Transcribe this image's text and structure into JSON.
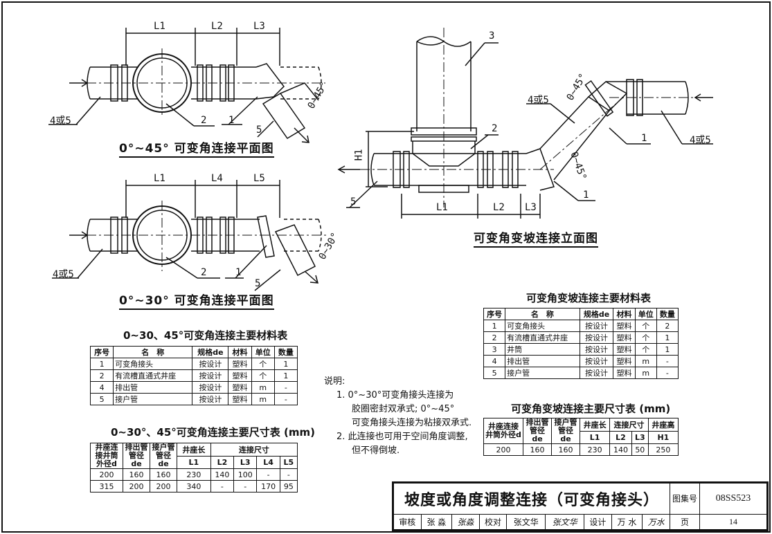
{
  "drawing": {
    "plan45_title": "0°~45° 可变角连接平面图",
    "plan30_title": "0°~30° 可变角连接平面图",
    "elev_title": "可变角变坡连接立面图",
    "labels": {
      "L1": "L1",
      "L2": "L2",
      "L3": "L3",
      "L4": "L4",
      "L5": "L5",
      "H1": "H1",
      "n1": "1",
      "n2": "2",
      "n3": "3",
      "n5": "5",
      "n45": "4或5",
      "ang45": "0~45°",
      "ang30": "0~30°"
    }
  },
  "table_small_mat": {
    "caption": "0~30、45°可变角连接主要材料表",
    "headers": [
      "序号",
      "名　称",
      "规格de",
      "材料",
      "单位",
      "数量"
    ],
    "rows": [
      [
        "1",
        "可变角接头",
        "按设计",
        "塑料",
        "个",
        "1"
      ],
      [
        "2",
        "有流槽直通式井座",
        "按设计",
        "塑料",
        "个",
        "1"
      ],
      [
        "4",
        "排出管",
        "按设计",
        "塑料",
        "m",
        "-"
      ],
      [
        "5",
        "接户管",
        "按设计",
        "塑料",
        "m",
        "-"
      ]
    ]
  },
  "table_small_dim": {
    "caption": "0~30°、45°可变角连接主要尺寸表 (mm)",
    "h_col1": "井座连接井筒外径d",
    "h_col2": "排出管管径de",
    "h_col3": "接户管管径de",
    "h_col4": "井座长",
    "h_group": "连接尺寸",
    "sub": [
      "L1",
      "L2",
      "L3",
      "L4",
      "L5"
    ],
    "rows": [
      [
        "200",
        "160",
        "160",
        "230",
        "140",
        "100",
        "-",
        "-"
      ],
      [
        "315",
        "200",
        "200",
        "340",
        "-",
        "-",
        "170",
        "95"
      ]
    ]
  },
  "table_elev_mat": {
    "caption": "可变角变坡连接主要材料表",
    "headers": [
      "序号",
      "名　称",
      "规格de",
      "材料",
      "单位",
      "数量"
    ],
    "rows": [
      [
        "1",
        "可变角接头",
        "按设计",
        "塑料",
        "个",
        "2"
      ],
      [
        "2",
        "有流槽直通式井座",
        "按设计",
        "塑料",
        "个",
        "1"
      ],
      [
        "3",
        "井筒",
        "按设计",
        "塑料",
        "个",
        "1"
      ],
      [
        "4",
        "排出管",
        "按设计",
        "塑料",
        "m",
        "-"
      ],
      [
        "5",
        "接户管",
        "按设计",
        "塑料",
        "m",
        "-"
      ]
    ]
  },
  "table_elev_dim": {
    "caption": "可变角变坡连接主要尺寸表 (mm)",
    "h_col1": "井座连接井筒外径d",
    "h_col2": "排出管管径de",
    "h_col3": "接户管管径de",
    "h_col4": "井座长",
    "h_group": "连接尺寸",
    "h_col6": "井座高",
    "sub": [
      "L1",
      "L2",
      "L3",
      "H1"
    ],
    "rows": [
      [
        "200",
        "160",
        "160",
        "230",
        "140",
        "50",
        "250"
      ]
    ]
  },
  "notes": {
    "heading": "说明:",
    "item1_a": "1. 0°~30°可变角接头连接为",
    "item1_b": "胶圈密封双承式; 0°~45°",
    "item1_c": "可变角接头连接为粘接双承式.",
    "item2_a": "2. 此连接也可用于空间角度调整,",
    "item2_b": "但不得倒坡."
  },
  "titleblock": {
    "title": "坡度或角度调整连接（可变角接头）",
    "atlas_label": "图集号",
    "atlas_no": "08SS523",
    "page_label": "页",
    "page_no": "14",
    "review_label": "审核",
    "review_name": "张 淼",
    "review_sign": "张淼",
    "check_label": "校对",
    "check_name": "张文华",
    "check_sign": "张文华",
    "design_label": "设计",
    "design_name": "万 水",
    "design_sign": "万水"
  }
}
